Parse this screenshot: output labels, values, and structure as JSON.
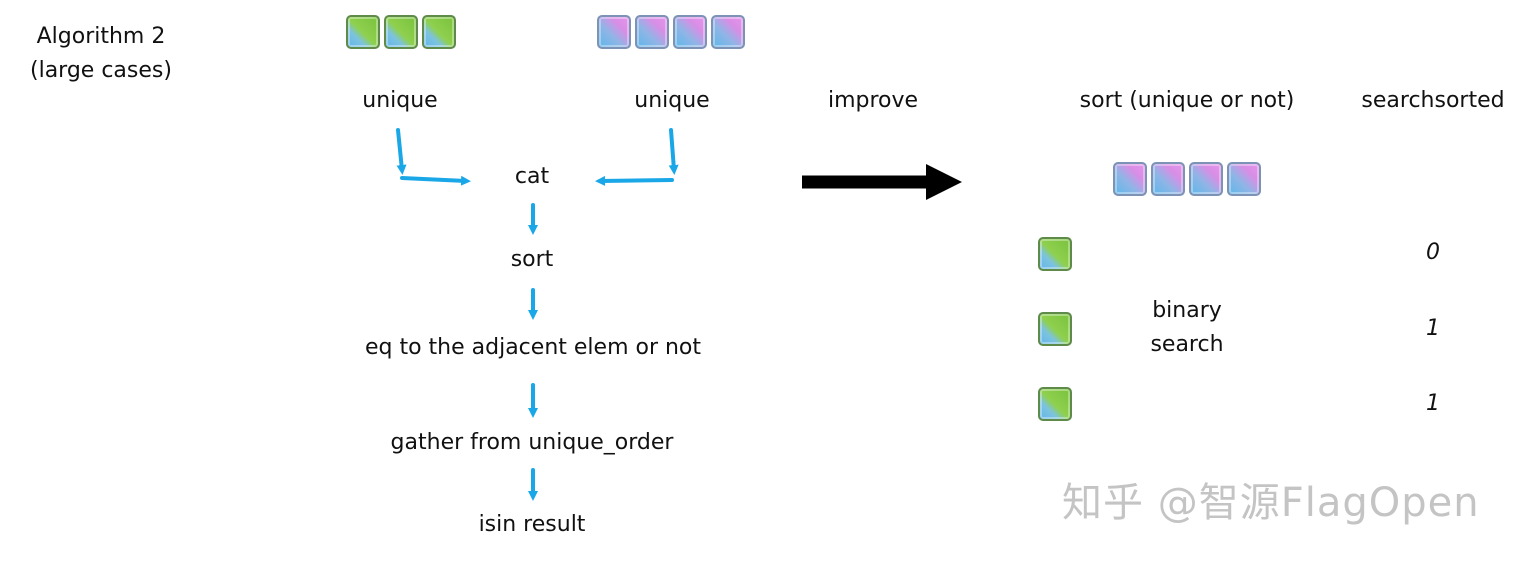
{
  "title": {
    "line1": "Algorithm 2",
    "line2": "(large cases)"
  },
  "left_flow": {
    "unique_left": "unique",
    "unique_right": "unique",
    "cat": "cat",
    "sort": "sort",
    "eq": "eq to the adjacent elem or not",
    "gather": "gather from unique_order",
    "result": "isin result"
  },
  "improve": "improve",
  "right_side": {
    "sort_header": "sort (unique or not)",
    "searchsorted_header": "searchsorted",
    "binary_line1": "binary",
    "binary_line2": "search",
    "results": [
      "0",
      "1",
      "1"
    ]
  },
  "colors": {
    "arrow_blue": "#1aa7e8",
    "big_arrow": "#000000",
    "green_cube": "#7cc43e",
    "pink_cube": "#e094ea"
  },
  "watermark": "知乎 @智源FlagOpen"
}
